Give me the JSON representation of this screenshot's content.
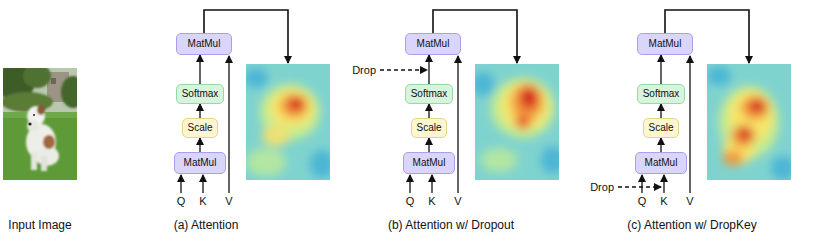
{
  "diagram": {
    "nodes": [
      {
        "text": [
          "MatMul"
        ]
      },
      {
        "text": [
          "Softmax"
        ]
      },
      {
        "text": [
          "Scale"
        ]
      },
      {
        "text": [
          "MatMul"
        ]
      },
      {
        "text": [
          "MatMul"
        ]
      },
      {
        "text": [
          "Softmax"
        ]
      },
      {
        "text": [
          "Scale"
        ]
      },
      {
        "text": [
          "MatMul"
        ]
      },
      {
        "text": [
          "MatMul"
        ]
      },
      {
        "text": [
          "Softmax"
        ]
      },
      {
        "text": [
          "Scale"
        ]
      },
      {
        "text": [
          "MatMul"
        ]
      }
    ],
    "edges": [
      {
        "from": 3,
        "to": 2,
        "arrow": "to"
      },
      {
        "from": 2,
        "to": 1,
        "arrow": "to"
      },
      {
        "from": 1,
        "to": 0,
        "arrow": "to"
      },
      {
        "from": 7,
        "to": 6,
        "arrow": "to"
      },
      {
        "from": 6,
        "to": 5,
        "arrow": "to"
      },
      {
        "from": 5,
        "to": 4,
        "arrow": "to"
      },
      {
        "from": 11,
        "to": 10,
        "arrow": "to"
      },
      {
        "from": 10,
        "to": 9,
        "arrow": "to"
      },
      {
        "from": 9,
        "to": 8,
        "arrow": "to"
      }
    ],
    "labels": [
      "Q",
      "K",
      "V",
      "Drop",
      "Q",
      "K",
      "V",
      "Drop",
      "Q",
      "K",
      "V",
      "Input Image",
      "(a) Attention",
      "(b) Attention w/ Dropout",
      "(c) Attention w/ DropKey"
    ]
  }
}
